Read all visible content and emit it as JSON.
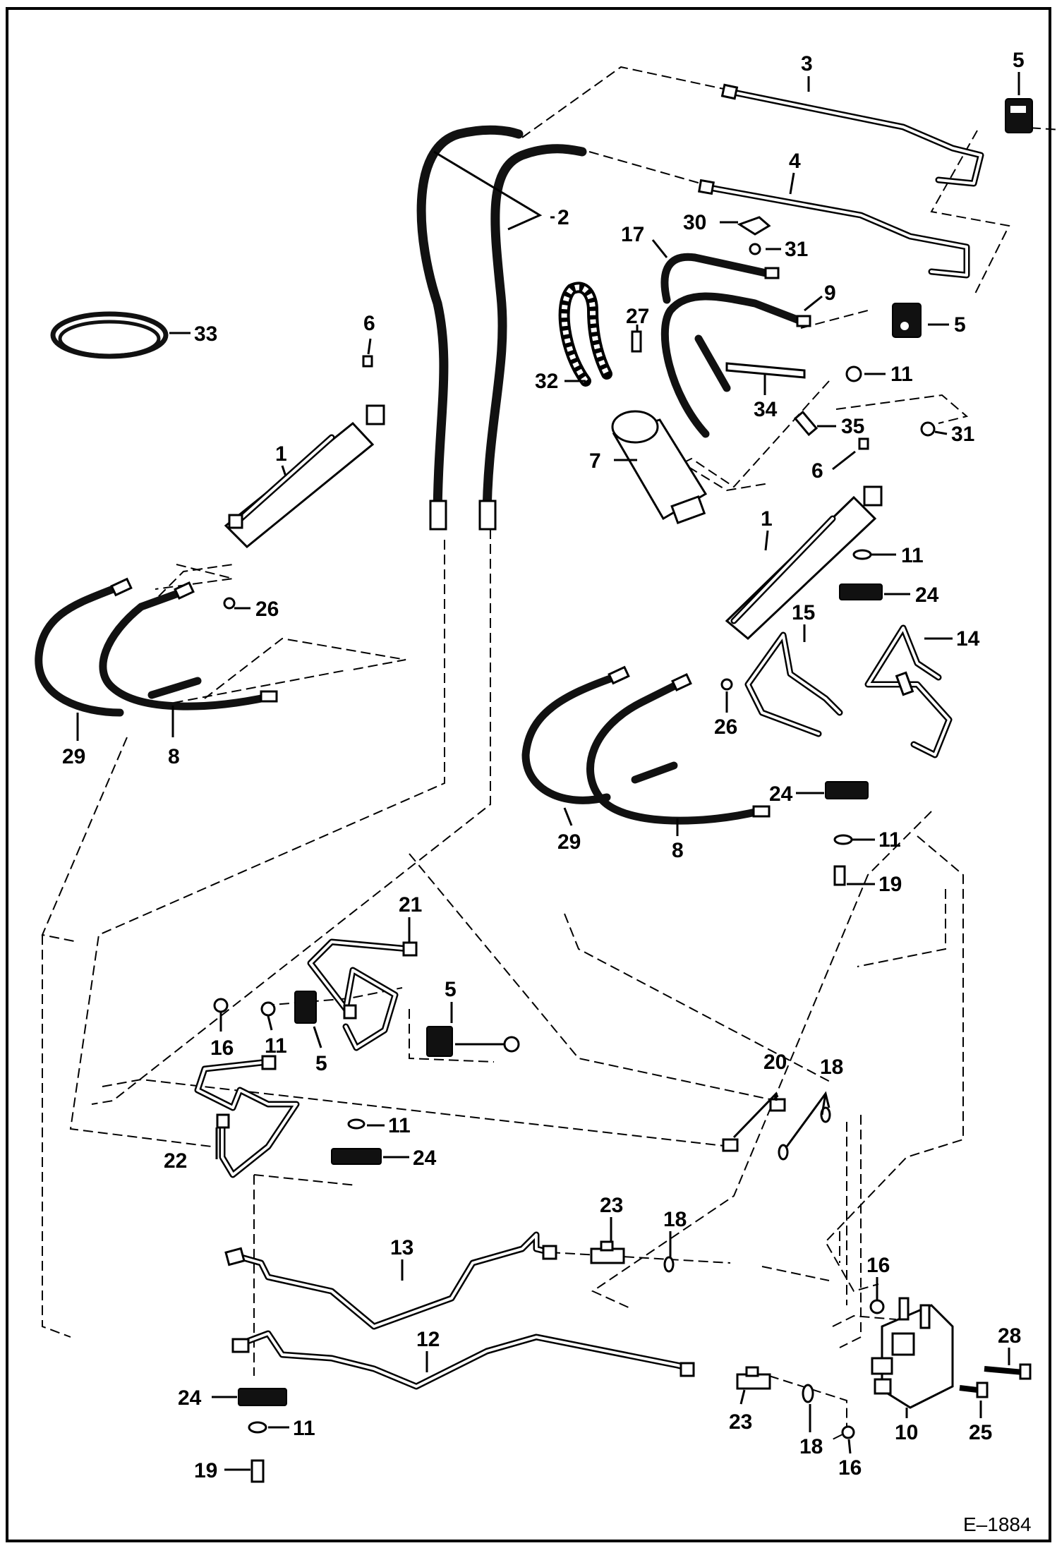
{
  "figure_id": "E–1884",
  "callouts": [
    {
      "id": "c3",
      "label": "3"
    },
    {
      "id": "c5a",
      "label": "5"
    },
    {
      "id": "c2",
      "label": "2"
    },
    {
      "id": "c4",
      "label": "4"
    },
    {
      "id": "c30",
      "label": "30"
    },
    {
      "id": "c31a",
      "label": "31"
    },
    {
      "id": "c17",
      "label": "17"
    },
    {
      "id": "c9",
      "label": "9"
    },
    {
      "id": "c5b",
      "label": "5"
    },
    {
      "id": "c27",
      "label": "27"
    },
    {
      "id": "c33",
      "label": "33"
    },
    {
      "id": "c6a",
      "label": "6"
    },
    {
      "id": "c11a",
      "label": "11"
    },
    {
      "id": "c32",
      "label": "32"
    },
    {
      "id": "c34",
      "label": "34"
    },
    {
      "id": "c35",
      "label": "35"
    },
    {
      "id": "c31b",
      "label": "31"
    },
    {
      "id": "c1a",
      "label": "1"
    },
    {
      "id": "c7",
      "label": "7"
    },
    {
      "id": "c6b",
      "label": "6"
    },
    {
      "id": "c26a",
      "label": "26"
    },
    {
      "id": "c1b",
      "label": "1"
    },
    {
      "id": "c11b",
      "label": "11"
    },
    {
      "id": "c24a",
      "label": "24"
    },
    {
      "id": "c15",
      "label": "15"
    },
    {
      "id": "c14",
      "label": "14"
    },
    {
      "id": "c29a",
      "label": "29"
    },
    {
      "id": "c8a",
      "label": "8"
    },
    {
      "id": "c26b",
      "label": "26"
    },
    {
      "id": "c24b",
      "label": "24"
    },
    {
      "id": "c29b",
      "label": "29"
    },
    {
      "id": "c8b",
      "label": "8"
    },
    {
      "id": "c11c",
      "label": "11"
    },
    {
      "id": "c19a",
      "label": "19"
    },
    {
      "id": "c21",
      "label": "21"
    },
    {
      "id": "c5c",
      "label": "5"
    },
    {
      "id": "c16a",
      "label": "16"
    },
    {
      "id": "c11d",
      "label": "11"
    },
    {
      "id": "c5d",
      "label": "5"
    },
    {
      "id": "c20",
      "label": "20"
    },
    {
      "id": "c18a",
      "label": "18"
    },
    {
      "id": "c11e",
      "label": "11"
    },
    {
      "id": "c22",
      "label": "22"
    },
    {
      "id": "c24c",
      "label": "24"
    },
    {
      "id": "c23a",
      "label": "23"
    },
    {
      "id": "c18b",
      "label": "18"
    },
    {
      "id": "c13",
      "label": "13"
    },
    {
      "id": "c16b",
      "label": "16"
    },
    {
      "id": "c28",
      "label": "28"
    },
    {
      "id": "c12",
      "label": "12"
    },
    {
      "id": "c24d",
      "label": "24"
    },
    {
      "id": "c11f",
      "label": "11"
    },
    {
      "id": "c23b",
      "label": "23"
    },
    {
      "id": "c18c",
      "label": "18"
    },
    {
      "id": "c10",
      "label": "10"
    },
    {
      "id": "c25",
      "label": "25"
    },
    {
      "id": "c19b",
      "label": "19"
    },
    {
      "id": "c16c",
      "label": "16"
    }
  ]
}
